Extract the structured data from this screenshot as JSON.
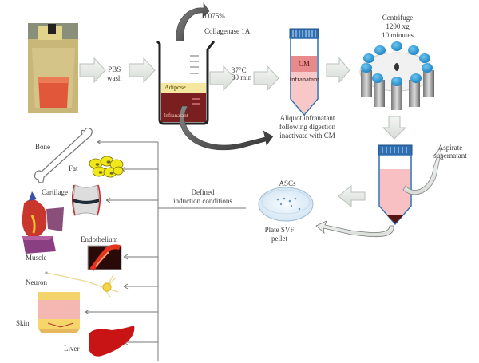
{
  "diagram": {
    "title": "Adipose-derived stem cell isolation and differentiation workflow",
    "steps": {
      "pbs_wash": "PBS\nwash",
      "enzyme_pct": "0.075%",
      "enzyme_name": "Collagenase  1A",
      "beaker_adipose": "Adipose",
      "beaker_infranatant": "Infranatant",
      "incubation_temp": "37°C",
      "incubation_time": "30 min",
      "tube_cm": "CM",
      "tube_infranatant": "Infranatant",
      "aliquot_line1": "Aliquot infranatant",
      "aliquot_line2": "following digestion",
      "aliquot_line3": "inactivate with CM",
      "centrifuge_line1": "Centrifuge",
      "centrifuge_line2": "1200 xg",
      "centrifuge_line3": "10 minutes",
      "aspirate_line1": "Aspirate",
      "aspirate_line2": "supernatant",
      "ascs": "ASCs",
      "plate_line1": "Plate SVF",
      "plate_line2": "pellet",
      "induction_line1": "Defined",
      "induction_line2": "induction conditions"
    },
    "lineages": [
      {
        "name": "Bone"
      },
      {
        "name": "Fat"
      },
      {
        "name": "Cartilage"
      },
      {
        "name": "Muscle"
      },
      {
        "name": "Endothelium"
      },
      {
        "name": "Neuron"
      },
      {
        "name": "Skin"
      },
      {
        "name": "Liver"
      }
    ],
    "colors": {
      "arrow_fill": "#e8ebe8",
      "arrow_stroke": "#b9c0b9",
      "dark_arrow": "#555555",
      "cap_blue": "#2f6fb0",
      "tube_pink": "#f7c4c8",
      "cm_red": "#e88a8a",
      "infranatant_brown": "#7a1f1f",
      "adipose_yellow": "#f6e7a0",
      "liver_red": "#c81414"
    }
  }
}
